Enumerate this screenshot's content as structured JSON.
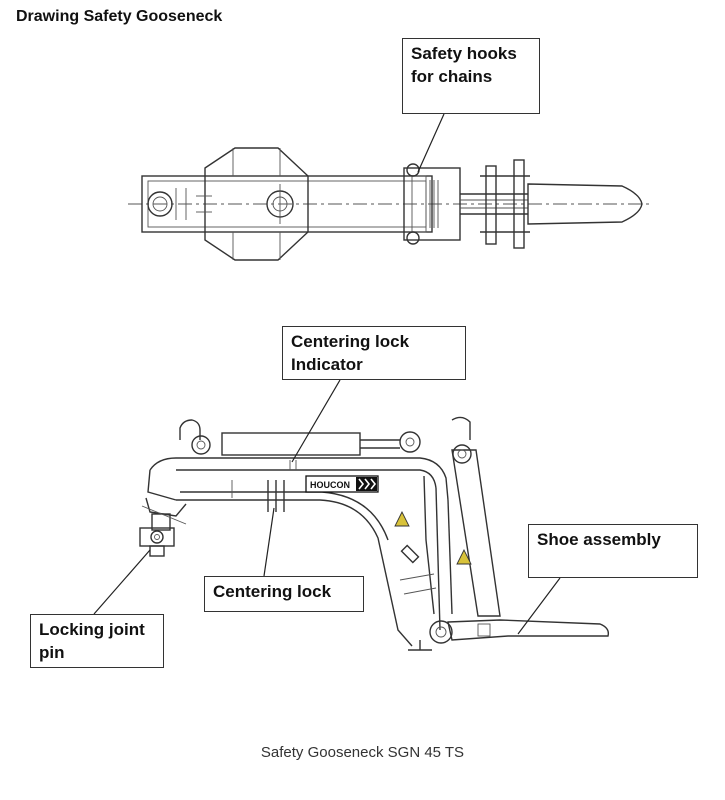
{
  "title": "Drawing Safety Gooseneck",
  "callouts": {
    "safety_hooks": "Safety hooks for chains",
    "centering_lock_indicator": "Centering lock Indicator",
    "shoe_assembly": "Shoe assembly",
    "centering_lock": "Centering lock",
    "locking_joint_pin": "Locking joint pin"
  },
  "logo_text": "HOUCON",
  "caption": "Safety Gooseneck SGN 45 TS"
}
